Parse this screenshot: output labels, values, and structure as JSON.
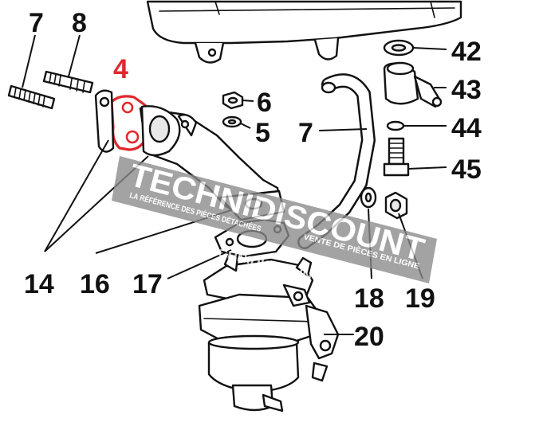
{
  "callouts": {
    "c4": "4",
    "c5": "5",
    "c6": "6",
    "c7a": "7",
    "c7b": "7",
    "c8": "8",
    "c14": "14",
    "c16": "16",
    "c17": "17",
    "c18": "18",
    "c19": "19",
    "c20": "20",
    "c42": "42",
    "c43": "43",
    "c44": "44",
    "c45": "45"
  },
  "watermark": {
    "brand": "TECHNIDISCOUNT",
    "tagline_left": "LA RÉFÉRENCE DES PIÈCES DÉTACHÉES",
    "tagline_right": "VENTE DE PIÈCES EN LIGNE",
    "url": "WWW.TECHNIDISCOUNT.COM"
  },
  "colors": {
    "highlight": "#e0282c",
    "ink": "#111111",
    "watermark_band": "#8a8a8a"
  }
}
